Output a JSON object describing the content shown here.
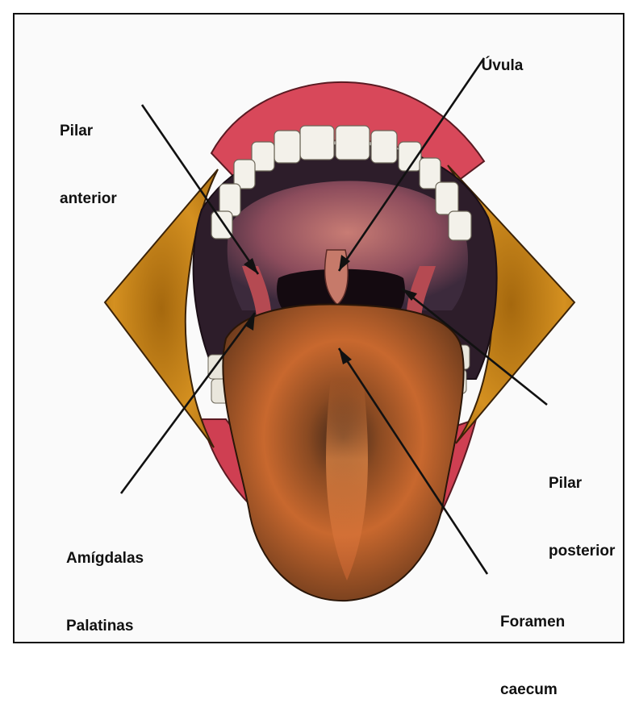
{
  "labels": {
    "uvula": "Úvula",
    "pilar_anterior_1": "Pilar",
    "pilar_anterior_2": "anterior",
    "pilar_posterior_1": "Pilar",
    "pilar_posterior_2": "posterior",
    "amigdalas_1": "Amígdalas",
    "amigdalas_2": "Palatinas",
    "foramen_1": "Foramen",
    "foramen_2": "caecum"
  },
  "colors": {
    "lips": "#d8485a",
    "cheek": "#d08a1a",
    "throat": "#2a1a22",
    "tongue": "#b5602f",
    "tongue_center": "#d9773a",
    "palate": "#b0646a",
    "teeth": "#f3f1ea",
    "leader": "#111111"
  }
}
